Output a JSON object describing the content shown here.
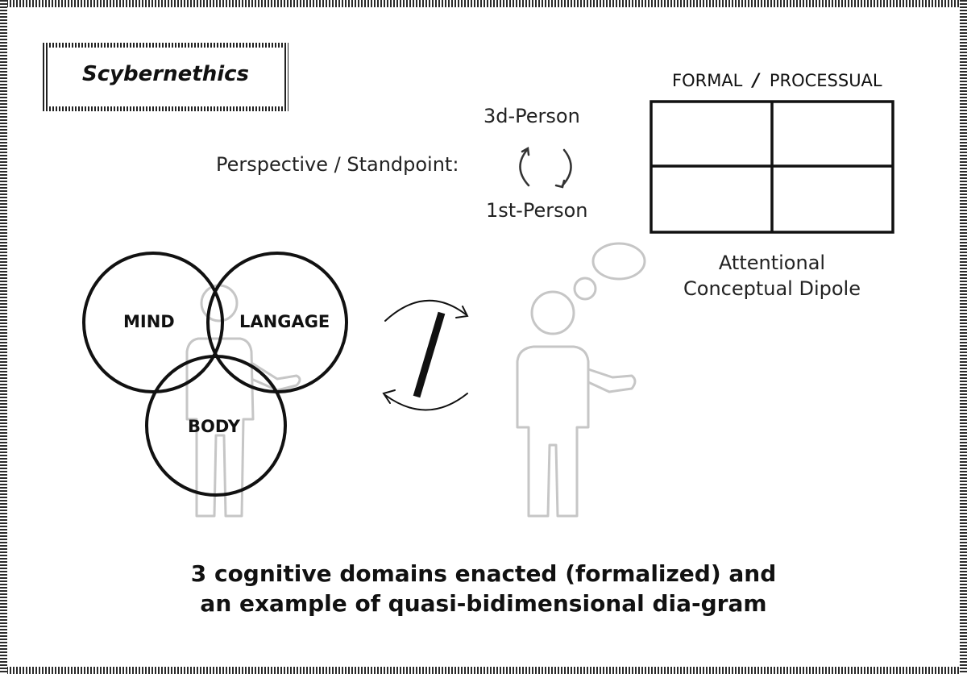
{
  "title": "Scybernethics",
  "perspective": {
    "label": "Perspective / Standpoint:",
    "top": "3d-Person",
    "bottom": "1st-Person"
  },
  "grid": {
    "left_header": "FORMAL",
    "separator": "/",
    "right_header": "PROCESSUAL",
    "caption_line1": "Attentional",
    "caption_line2": "Conceptual Dipole"
  },
  "venn": {
    "mind": "MIND",
    "language": "LANGAGE",
    "body": "BODY"
  },
  "caption": {
    "line1": "3 cognitive domains enacted (formalized) and",
    "line2": "an example of quasi-bidimensional dia-gram"
  }
}
